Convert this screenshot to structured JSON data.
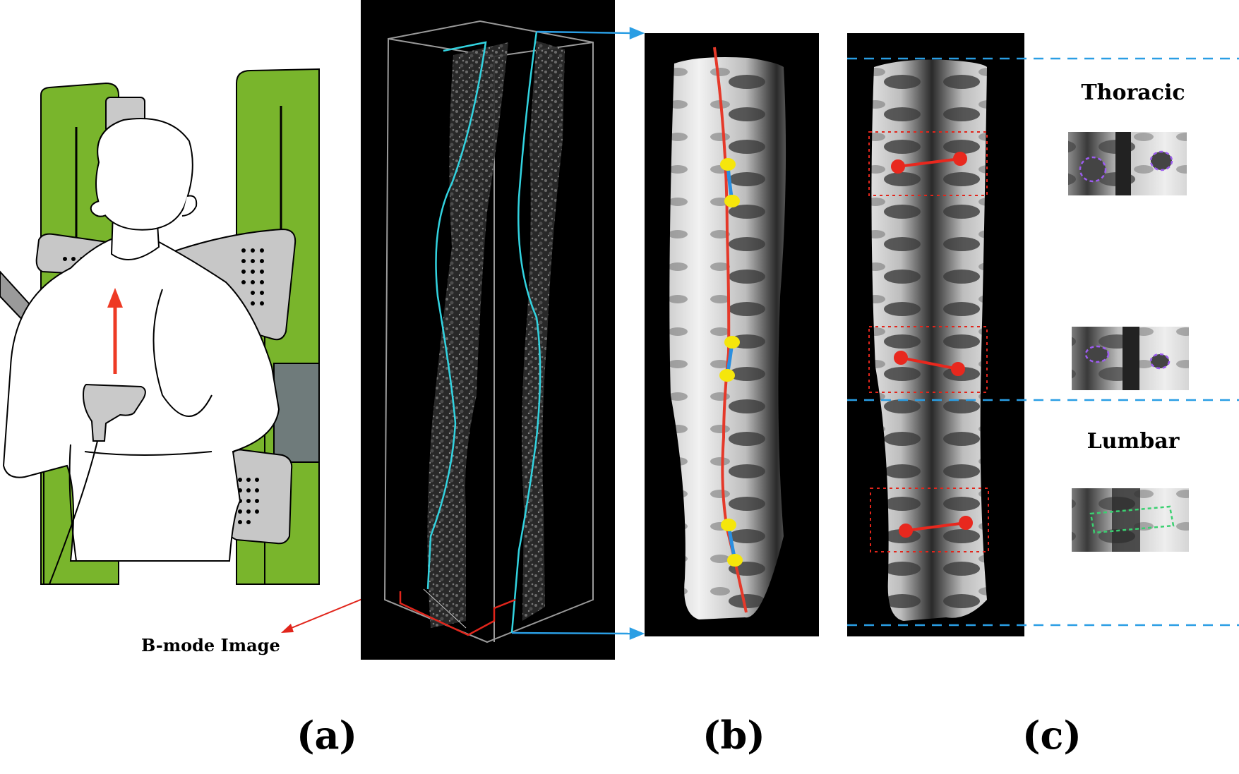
{
  "labels": {
    "bmode": "B-mode Image",
    "thoracic": "Thoracic",
    "lumbar": "Lumbar"
  },
  "captions": {
    "a": "(a)",
    "b": "(b)",
    "c": "(c)"
  },
  "colors": {
    "frame_green": "#79b52c",
    "cushion_gray": "#c7c7c7",
    "arrow_red": "#ee3a24",
    "cyan": "#32d3e0",
    "blue_line": "#2a9ee4",
    "curve_red": "#e5392a",
    "segment_blue": "#2a8fe0",
    "marker_yellow": "#f5e60c",
    "dot_red": "#e8281e",
    "roi_purple": "#9d5cf0",
    "roi_green": "#3ad070"
  }
}
